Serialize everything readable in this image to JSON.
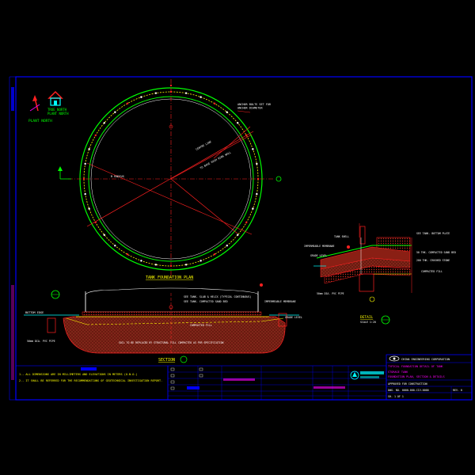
{
  "plan": {
    "title": "TANK FOUNDATION PLAN",
    "note_anchor": "ANCHOR BOLTS SET FOR\nANCHOR DIAMETER",
    "note_radius": "R RADIUS",
    "note_diam_line": "TO BASE HIGH RING WALL",
    "note_centerline": "CENTRE LINE"
  },
  "north": {
    "label": "PLANT NORTH",
    "sub1": "TRUE NORTH",
    "sub2": "PLANT NORTH"
  },
  "section": {
    "title": "SECTION",
    "note_left": "BOTTOM EDGE",
    "note_pipe": "50mm DIA. PVC PIPE",
    "note_slab1": "SEE TANK- SLAB & HELIX (TYPICAL CONTINUOUS)",
    "note_slab2": "SEE TANK- COMPACTED SAND BED",
    "note_wall": "IMPERMEABLE MEMBRANE",
    "note_fill": "COMPACTED FILL",
    "note_right": "GRADE LEVEL",
    "note_bottom": "SOIL TO BE REPLACED BY STRUCTURAL FILL COMPACTED AS PER SPECIFICATION"
  },
  "detail": {
    "title": "DETAIL",
    "scale": "SCALE 1:20",
    "labels": [
      "TANK SHELL",
      "IMPERMEABLE MEMBRANE",
      "GRADE LEVEL",
      "SEE TANK- BOTTOM PLATE",
      "50 THK. COMPACTED SAND BED",
      "200 THK. CRUSHED STONE",
      "COMPACTED FILL",
      "50mm DIA. PVC PIPE"
    ]
  },
  "notes": {
    "items": [
      "1.- ALL DIMENSIONS ARE IN MILLIMETERS AND ELEVATIONS IN METERS (U.N.O.)",
      "2.- IT SHALL BE REFERRED FOR THE RECOMMENDATIONS OF GEOTECHNICAL INVESTIGATION REPORT."
    ]
  },
  "title_block": {
    "company": "CHINA ENGINEERING CORPORATION",
    "title_line1": "TYPICAL FOUNDATION DETAIL OF TANK",
    "title_line2": "STORAGE TANK",
    "title_line3": "FOUNDATION PLAN, SECTION & DETAILS",
    "approved": "APPROVED FOR CONSTRUCTION",
    "drawing_no": "DWG. NO. 0000-000-CIV-0000",
    "rev": "REV. 0",
    "sheet": "SH. 1 OF 1"
  },
  "colors": {
    "frame": "#0000ff",
    "circle": "#00ff00",
    "dim": "#ff2020",
    "magenta": "#ff00ff",
    "yellow": "#ffff00",
    "cyan": "#00ffff",
    "white": "#ffffff",
    "fill_dark": "#8a1f14"
  }
}
